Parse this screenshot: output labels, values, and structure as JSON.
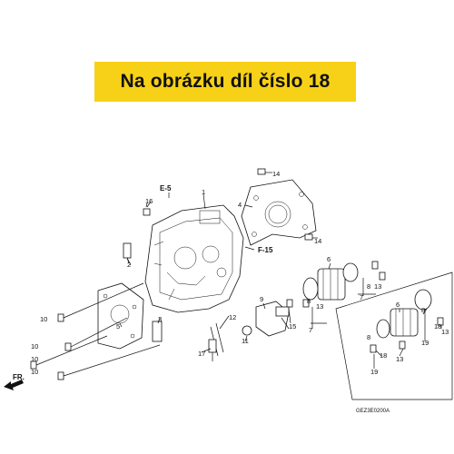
{
  "banner": {
    "text": "Na obrázku díl číslo 18",
    "background": "#f7d117"
  },
  "direction_label": "FR.",
  "reference_labels": {
    "e5": "E-5",
    "f15": "F-15"
  },
  "drawing_code": "GEZ3E0200A",
  "callouts": {
    "c1": "1",
    "c2": "2",
    "c3": "3",
    "c4": "4",
    "c5": "5",
    "c6a": "6",
    "c6b": "6",
    "c7a": "7",
    "c7b": "7",
    "c8a": "8",
    "c8b": "8",
    "c8c": "8",
    "c8d": "8",
    "c9": "9",
    "c10a": "10",
    "c10b": "10",
    "c10c": "10",
    "c10d": "10",
    "c11": "11",
    "c12": "12",
    "c13a": "13",
    "c13b": "13",
    "c13c": "13",
    "c13d": "13",
    "c14a": "14",
    "c14b": "14",
    "c15": "15",
    "c16": "16",
    "c17": "17",
    "c18a": "18",
    "c18b": "18",
    "c19a": "19",
    "c19b": "19"
  }
}
